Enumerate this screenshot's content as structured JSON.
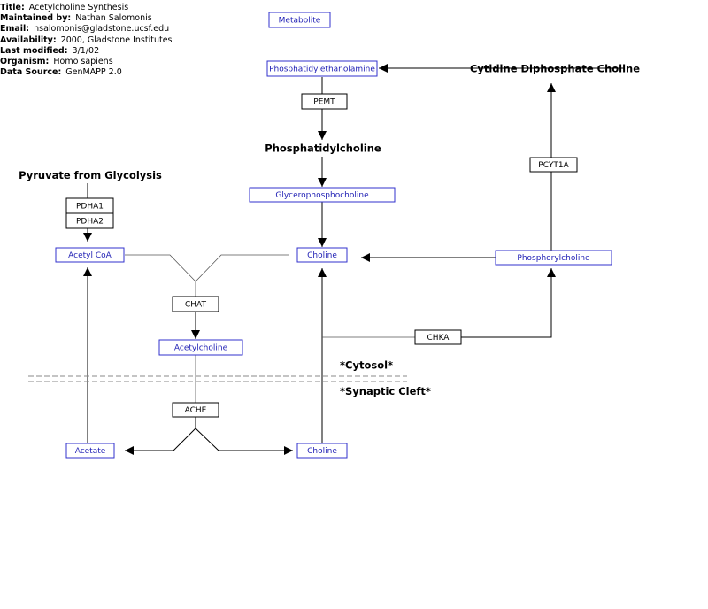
{
  "info": {
    "title_key": "Title:",
    "title": "Acetylcholine Synthesis",
    "maintained_key": "Maintained by:",
    "maintained": "Nathan Salomonis",
    "email_key": "Email:",
    "email": "nsalomonis@gladstone.ucsf.edu",
    "availability_key": "Availability:",
    "availability": "2000, Gladstone Institutes",
    "modified_key": "Last modified:",
    "modified": "3/1/02",
    "organism_key": "Organism:",
    "organism": "Homo sapiens",
    "source_key": "Data Source:",
    "source": "GenMAPP 2.0"
  },
  "legend": {
    "metabolite": "Metabolite"
  },
  "metabolites": {
    "phosphatidylethanolamine": "Phosphatidylethanolamine",
    "glycerophosphocholine": "Glycerophosphocholine",
    "acetyl_coa": "Acetyl CoA",
    "choline_top": "Choline",
    "phosphorylcholine": "Phosphorylcholine",
    "acetylcholine": "Acetylcholine",
    "acetate": "Acetate",
    "choline_bottom": "Choline"
  },
  "genes": {
    "pemt": "PEMT",
    "pcyt1a": "PCYT1A",
    "pdha1": "PDHA1",
    "pdha2": "PDHA2",
    "chat": "CHAT",
    "chka": "CHKA",
    "ache": "ACHE"
  },
  "labels": {
    "cytidine": "Cytidine Diphosphate Choline",
    "phosphatidylcholine": "Phosphatidylcholine",
    "pyruvate": "Pyruvate from Glycolysis",
    "cytosol": "*Cytosol*",
    "synaptic": "*Synaptic Cleft*"
  }
}
